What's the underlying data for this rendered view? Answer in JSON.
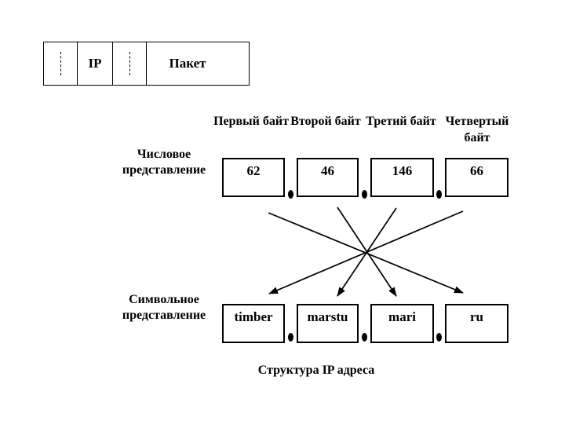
{
  "packet_diagram": {
    "ip_label": "IP",
    "packet_label": "Пакет"
  },
  "byte_headers": [
    "Первый байт",
    "Второй байт",
    "Третий байт",
    "Четвертый байт"
  ],
  "numeric_row": {
    "label": "Числовое представление",
    "values": [
      "62",
      "46",
      "146",
      "66"
    ]
  },
  "symbolic_row": {
    "label": "Символьное представление",
    "values": [
      "timber",
      "marstu",
      "mari",
      "ru"
    ]
  },
  "separator_dot": ".",
  "caption": "Структура IP адреса",
  "mappings": [
    {
      "from": "62",
      "to": "ru"
    },
    {
      "from": "46",
      "to": "mari"
    },
    {
      "from": "146",
      "to": "marstu"
    },
    {
      "from": "66",
      "to": "timber"
    }
  ],
  "colors": {
    "ink": "#000000",
    "background": "#ffffff"
  }
}
